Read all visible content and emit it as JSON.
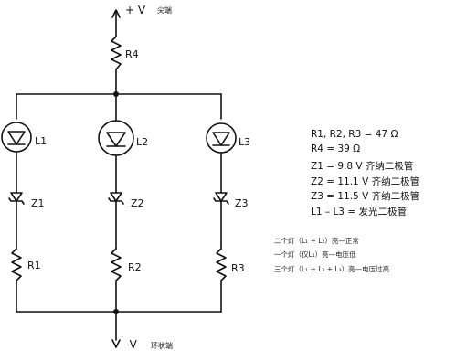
{
  "terminals": {
    "top_label": "+ V",
    "top_note": "尖端",
    "bottom_label": "-V",
    "bottom_note": "环状端"
  },
  "components": {
    "r4": "R4",
    "l1": "L1",
    "l2": "L2",
    "l3": "L3",
    "z1": "Z1",
    "z2": "Z2",
    "z3": "Z3",
    "r1": "R1",
    "r2": "R2",
    "r3": "R3"
  },
  "specs": [
    "R1, R2, R3 = 47 Ω",
    "R4 = 39 Ω",
    "Z1 = 9.8 V 齐纳二极管",
    "Z2 = 11.1 V 齐纳二极管",
    "Z3 = 11.5 V 齐纳二极管",
    "L1 – L3 = 发光二极管"
  ],
  "notes": [
    "二个灯（L₁ + L₂）亮—正常",
    "一个灯（仅L₁）亮—电压低",
    "三个灯（L₁ + L₂ + L₃）亮—电压过高"
  ]
}
